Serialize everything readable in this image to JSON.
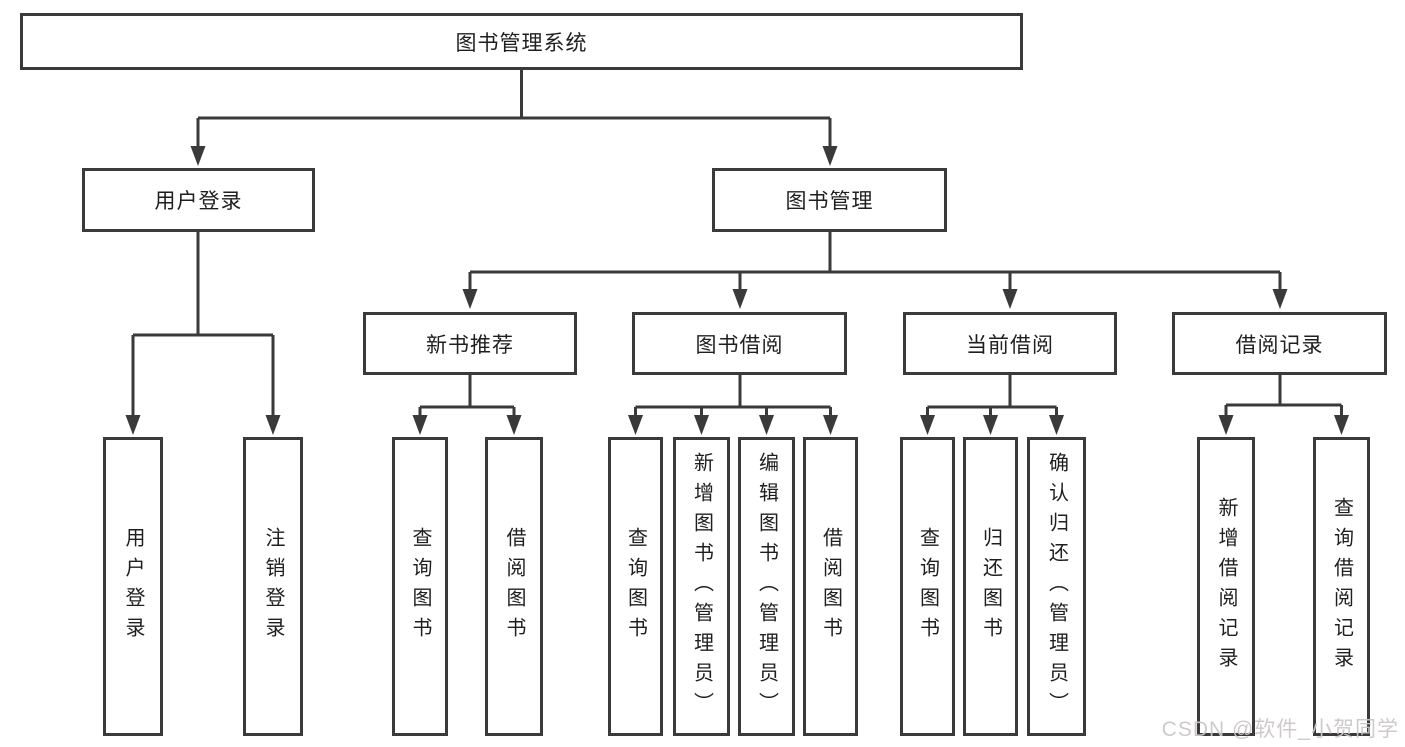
{
  "tree": {
    "label": "图书管理系统",
    "children": [
      {
        "label": "用户登录",
        "children": [
          {
            "label": "用户登录"
          },
          {
            "label": "注销登录"
          }
        ]
      },
      {
        "label": "图书管理",
        "children": [
          {
            "label": "新书推荐",
            "children": [
              {
                "label": "查询图书"
              },
              {
                "label": "借阅图书"
              }
            ]
          },
          {
            "label": "图书借阅",
            "children": [
              {
                "label": "查询图书"
              },
              {
                "label": "新增图书（管理员）"
              },
              {
                "label": "编辑图书（管理员）"
              },
              {
                "label": "借阅图书"
              }
            ]
          },
          {
            "label": "当前借阅",
            "children": [
              {
                "label": "查询图书"
              },
              {
                "label": "归还图书"
              },
              {
                "label": "确认归还（管理员）"
              }
            ]
          },
          {
            "label": "借阅记录",
            "children": [
              {
                "label": "新增借阅记录"
              },
              {
                "label": "查询借阅记录"
              }
            ]
          }
        ]
      }
    ]
  },
  "colors": {
    "line": "#3a3a3a",
    "text": "#1f1f1f",
    "watermark": "#cbc7c7"
  },
  "watermark": "CSDN @软件_小贺同学"
}
